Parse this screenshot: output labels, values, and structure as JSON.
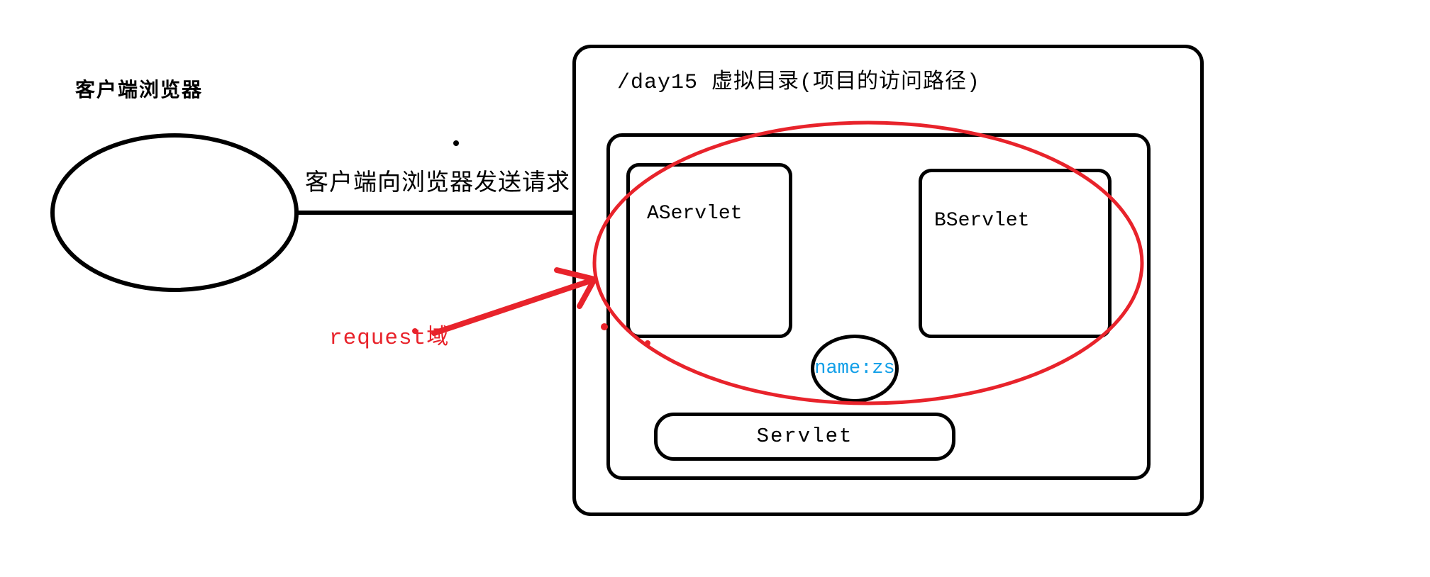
{
  "diagram": {
    "client": {
      "title": "客户端浏览器"
    },
    "request_line": {
      "label": "客户端向浏览器发送请求"
    },
    "server": {
      "title": "/day15 虚拟目录(项目的访问路径)",
      "servlet_a_label": "AServlet",
      "servlet_b_label": "BServlet",
      "attribute_label": "name:zs",
      "servlet_base_label": "Servlet"
    },
    "annotation": {
      "label": "request域"
    }
  },
  "colors": {
    "ink": "#000000",
    "accent_red": "#e8232b",
    "attribute_blue": "#129fe8",
    "background": "#ffffff"
  }
}
